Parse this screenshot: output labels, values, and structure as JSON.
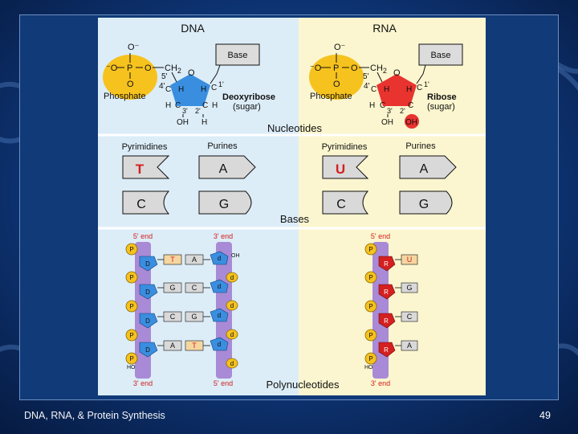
{
  "slide": {
    "footer_text": "DNA, RNA, & Protein Synthesis",
    "page_number": "49"
  },
  "colors": {
    "dna_bg": "#dcedf8",
    "rna_bg": "#fbf6cf",
    "phosphate": "#f6c21e",
    "deoxyribose": "#3a8ee0",
    "ribose": "#e8332f",
    "strand": "#a98ad6",
    "base_fill": "#d9d9d9"
  },
  "diagram": {
    "dna_header": "DNA",
    "rna_header": "RNA",
    "nucleotides_title": "Nucleotides",
    "bases_title": "Bases",
    "polynucleotides_title": "Polynucleotides",
    "dna_nuc": {
      "o_top": "O⁻",
      "o_left": "⁻O",
      "p": "P",
      "o_right": "O",
      "o_bottom": "O",
      "ch2": "CH",
      "sub2": "2",
      "five": "5'",
      "ring_o": "O",
      "four": "4'",
      "c4": "C",
      "h4": "H",
      "h1": "H",
      "c1": "C",
      "one": "1'",
      "h3": "H",
      "c3": "C",
      "c2": "C",
      "h2": "H",
      "three": "3'",
      "two": "2'",
      "oh": "OH",
      "h_bottom": "H",
      "phosphate_label": "Phosphate",
      "sugar_label": "Deoxyribose",
      "sugar_sub": "(sugar)",
      "base_label": "Base"
    },
    "rna_nuc": {
      "o_top": "O⁻",
      "o_left": "⁻O",
      "p": "P",
      "o_right": "O",
      "o_bottom": "O",
      "ch2": "CH",
      "sub2": "2",
      "five": "5'",
      "ring_o": "O",
      "four": "4'",
      "c4": "C",
      "h4": "H",
      "h1": "H",
      "c1": "C",
      "one": "1'",
      "h3": "H",
      "c3": "C",
      "c2": "C",
      "three": "3'",
      "two": "2'",
      "oh": "OH",
      "oh2": "OH",
      "phosphate_label": "Phosphate",
      "sugar_label": "Ribose",
      "sugar_sub": "(sugar)",
      "base_label": "Base"
    },
    "bases": {
      "dna_pyrimidines": "Pyrimidines",
      "dna_purines": "Purines",
      "rna_pyrimidines": "Pyrimidines",
      "rna_purines": "Purines",
      "t": "T",
      "a_dna": "A",
      "c_dna": "C",
      "g_dna": "G",
      "u": "U",
      "a_rna": "A",
      "c_rna": "C",
      "g_rna": "G"
    },
    "poly": {
      "dna_left_top": "5' end",
      "dna_right_top": "3' end",
      "dna_left_bottom": "3' end",
      "dna_right_bottom": "5' end",
      "rna_top": "5' end",
      "rna_bottom": "3' end",
      "p": "P",
      "d": "D",
      "d_small": "d",
      "r": "R",
      "oh": "OH",
      "ho": "HO",
      "dna_left_bases": [
        "T",
        "G",
        "C",
        "A"
      ],
      "dna_right_bases": [
        "A",
        "C",
        "G",
        "T"
      ],
      "rna_bases": [
        "U",
        "G",
        "C",
        "A"
      ]
    }
  }
}
